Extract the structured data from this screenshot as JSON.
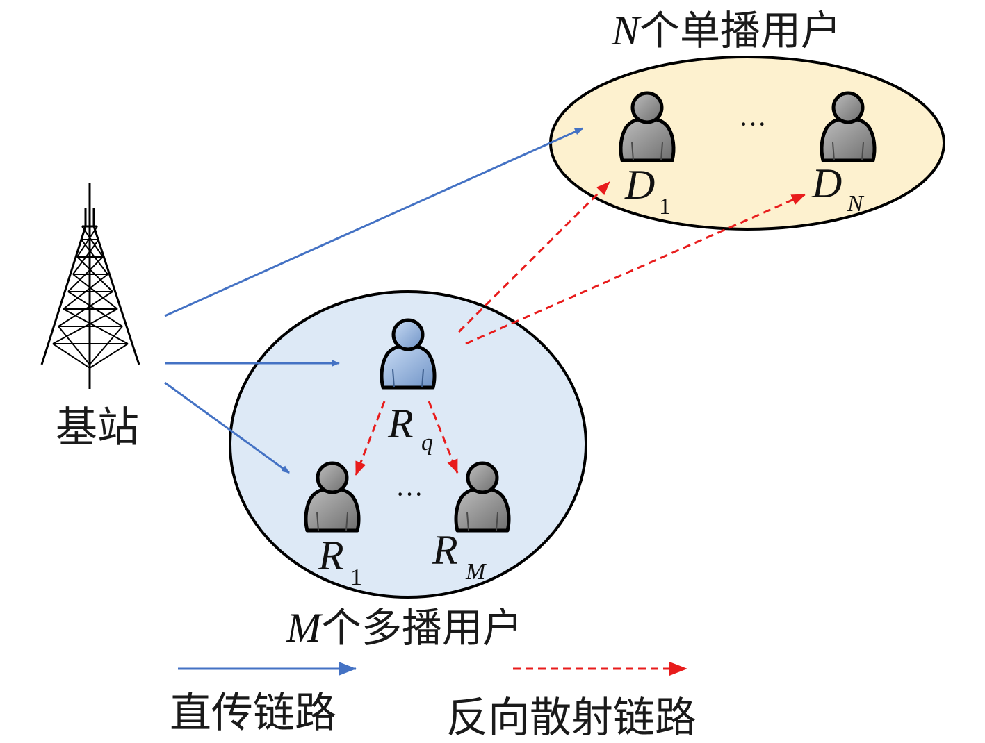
{
  "base_station": {
    "label": "基站",
    "icon": "tower-icon"
  },
  "unicast_group": {
    "title_var": "N",
    "title_text": "个单播用户",
    "fill": "#fdf1cf",
    "users": [
      {
        "letter": "D",
        "sub": "1",
        "icon": "user-icon"
      },
      {
        "letter": "D",
        "sub": "N",
        "icon": "user-icon"
      }
    ],
    "ellipsis": "···"
  },
  "multicast_group": {
    "title_var": "M",
    "title_text": "个多播用户",
    "fill": "#dde9f6",
    "relay": {
      "letter": "R",
      "sub": "q",
      "icon": "user-icon"
    },
    "users": [
      {
        "letter": "R",
        "sub": "1",
        "icon": "user-icon"
      },
      {
        "letter": "R",
        "sub": "M",
        "icon": "user-icon"
      }
    ],
    "ellipsis": "···"
  },
  "legend": {
    "direct": {
      "label": "直传链路",
      "color": "#4472c4"
    },
    "backscatter": {
      "label": "反向散射链路",
      "color": "#e81c1c"
    }
  }
}
